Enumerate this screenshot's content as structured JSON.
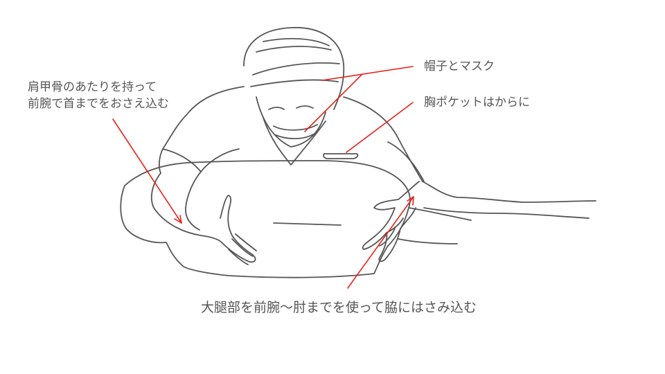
{
  "labels": {
    "top_left_line1": "肩甲骨のあたりを持って",
    "top_left_line2": "前腕で首までをおさえ込む",
    "cap_mask": "帽子とマスク",
    "chest_pocket": "胸ポケットはからに",
    "bottom": "大腿部を前腕〜肘までを使って脇にはさみ込む"
  },
  "colors": {
    "annotation_line": "#e8201a",
    "drawing_line": "#555555",
    "text": "#555555"
  }
}
